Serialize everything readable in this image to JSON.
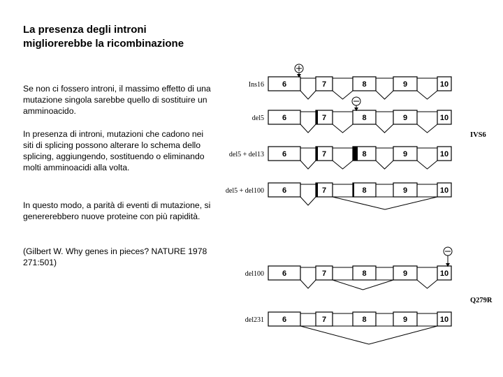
{
  "title": "La presenza degli introni migliorerebbe la ricombinazione",
  "paragraphs": [
    "Se non ci fossero introni, il massimo effetto di una mutazione singola sarebbe quello di sostituire un amminoacido.",
    "In presenza di introni, mutazioni che cadono nei siti di splicing possono alterare lo schema dello splicing, aggiungendo, sostituendo o eliminando molti amminoacidi alla volta.",
    "In questo modo, a parità di eventi di mutazione, si genererebbero nuove proteine con più rapidità.",
    "(Gilbert W. Why genes in pieces? NATURE 1978  271:501)"
  ],
  "diagram": {
    "exons": [
      "6",
      "7",
      "8",
      "9",
      "10"
    ],
    "group_labels": [
      "IVS6",
      "Q279R"
    ],
    "rows": [
      {
        "label": "Ins16",
        "group": 0,
        "marker": "plus",
        "marker_exon": 1,
        "bars": [],
        "splice": "normal"
      },
      {
        "label": "del5",
        "group": 0,
        "marker": "minus",
        "marker_exon": 2,
        "bars": [
          "e7-left"
        ],
        "splice": "normal"
      },
      {
        "label": "del5 + del13",
        "group": 0,
        "marker": null,
        "bars": [
          "e7-left",
          "e8-left-thick"
        ],
        "splice": "normal"
      },
      {
        "label": "del5 + del100",
        "group": 0,
        "marker": null,
        "bars": [
          "e7-left",
          "e8-left-thin"
        ],
        "splice": "skip-8-9"
      },
      {
        "label": "del100",
        "group": 1,
        "marker": "minus",
        "marker_exon": 4,
        "bars": [],
        "splice": "skip-8"
      },
      {
        "label": "del231",
        "group": 1,
        "marker": null,
        "bars": [],
        "splice": "skip-7-9"
      }
    ]
  }
}
